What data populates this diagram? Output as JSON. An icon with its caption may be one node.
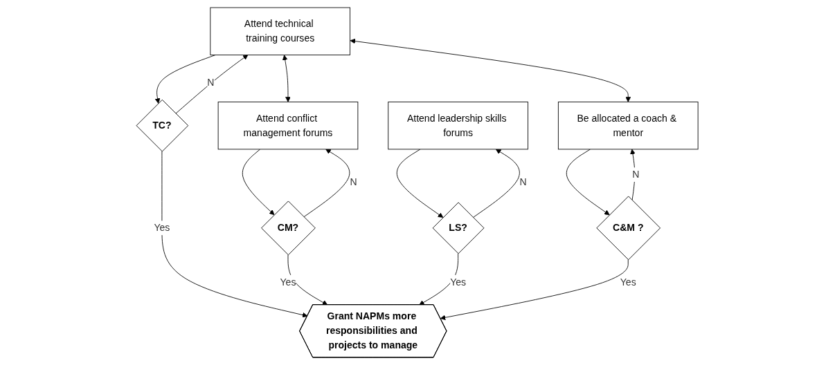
{
  "diagram": {
    "nodes": [
      {
        "text": [
          "Attend technical training courses"
        ]
      },
      {
        "text": [
          "Attend conflict management forums"
        ]
      },
      {
        "text": [
          "Attend leadership skills forums"
        ]
      },
      {
        "text": [
          "Be allocated a coach & mentor"
        ]
      },
      {
        "text": [
          "TC?"
        ]
      },
      {
        "text": [
          "CM?"
        ]
      },
      {
        "text": [
          "LS?"
        ]
      },
      {
        "text": [
          "C&M ?"
        ]
      },
      {
        "text": [
          "Grant NAPMs more responsibilities and projects to manage"
        ]
      }
    ],
    "edges": [
      {
        "from": 0,
        "to": 3,
        "arrow": "both"
      },
      {
        "from": 0,
        "to": 1,
        "arrow": "both"
      },
      {
        "from": 0,
        "to": 4,
        "arrow": "to"
      },
      {
        "from": 4,
        "to": 0,
        "arrow": "to",
        "label": "N"
      },
      {
        "from": 4,
        "to": 8,
        "arrow": "to",
        "label": "Yes"
      },
      {
        "from": 1,
        "to": 5,
        "arrow": "to"
      },
      {
        "from": 5,
        "to": 1,
        "arrow": "to",
        "label": "N"
      },
      {
        "from": 5,
        "to": 8,
        "arrow": "to",
        "label": "Yes"
      },
      {
        "from": 2,
        "to": 6,
        "arrow": "to"
      },
      {
        "from": 6,
        "to": 2,
        "arrow": "to",
        "label": "N"
      },
      {
        "from": 6,
        "to": 8,
        "arrow": "to",
        "label": "Yes"
      },
      {
        "from": 3,
        "to": 7,
        "arrow": "to"
      },
      {
        "from": 7,
        "to": 3,
        "arrow": "to",
        "label": "N"
      },
      {
        "from": 7,
        "to": 8,
        "arrow": "to",
        "label": "Yes"
      }
    ]
  }
}
